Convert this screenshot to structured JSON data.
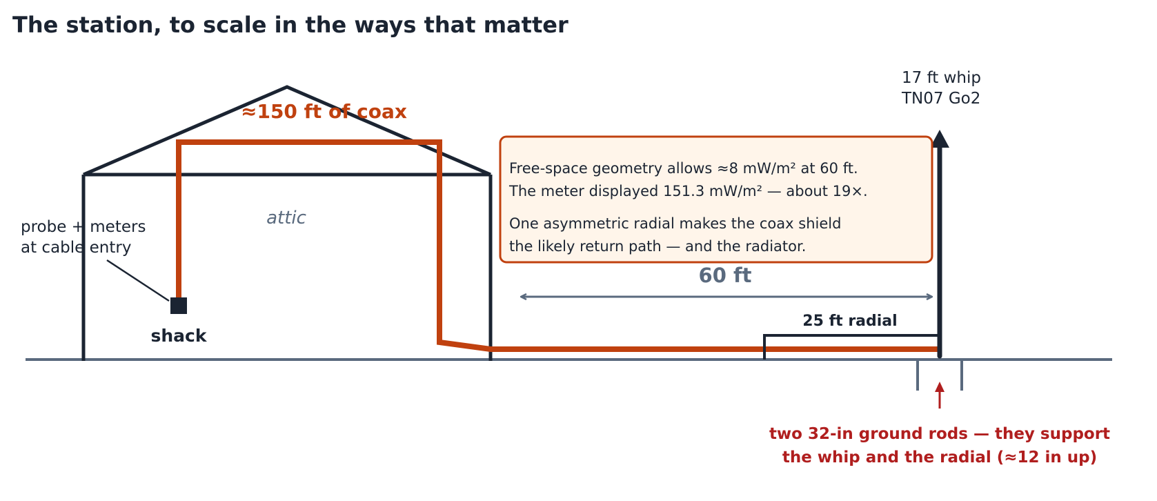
{
  "title": "The station, to scale in the ways that matter",
  "labels": {
    "antenna_line1": "17 ft whip",
    "antenna_line2": "TN07 Go2",
    "coax": "≈150 ft of coax",
    "attic": "attic",
    "probe_line1": "probe + meters",
    "probe_line2": "at cable entry",
    "shack": "shack",
    "distance": "60 ft",
    "radial": "25 ft radial",
    "ground_line1": "two 32-in ground rods — they support",
    "ground_line2": "the whip and the radial (≈12 in up)"
  },
  "callout": {
    "line1": "Free-space geometry allows ≈8 mW/m² at 60 ft.",
    "line2": "The meter displayed 151.3 mW/m² — about 19×.",
    "line3": "One asymmetric radial makes the coax shield",
    "line4": "the likely return path — and the radiator."
  },
  "colors": {
    "structure": "#1b2432",
    "coax": "#c0410f",
    "ground": "#5a6a7e",
    "warning": "#b01e1e",
    "callout_fill": "#fff5ea"
  }
}
